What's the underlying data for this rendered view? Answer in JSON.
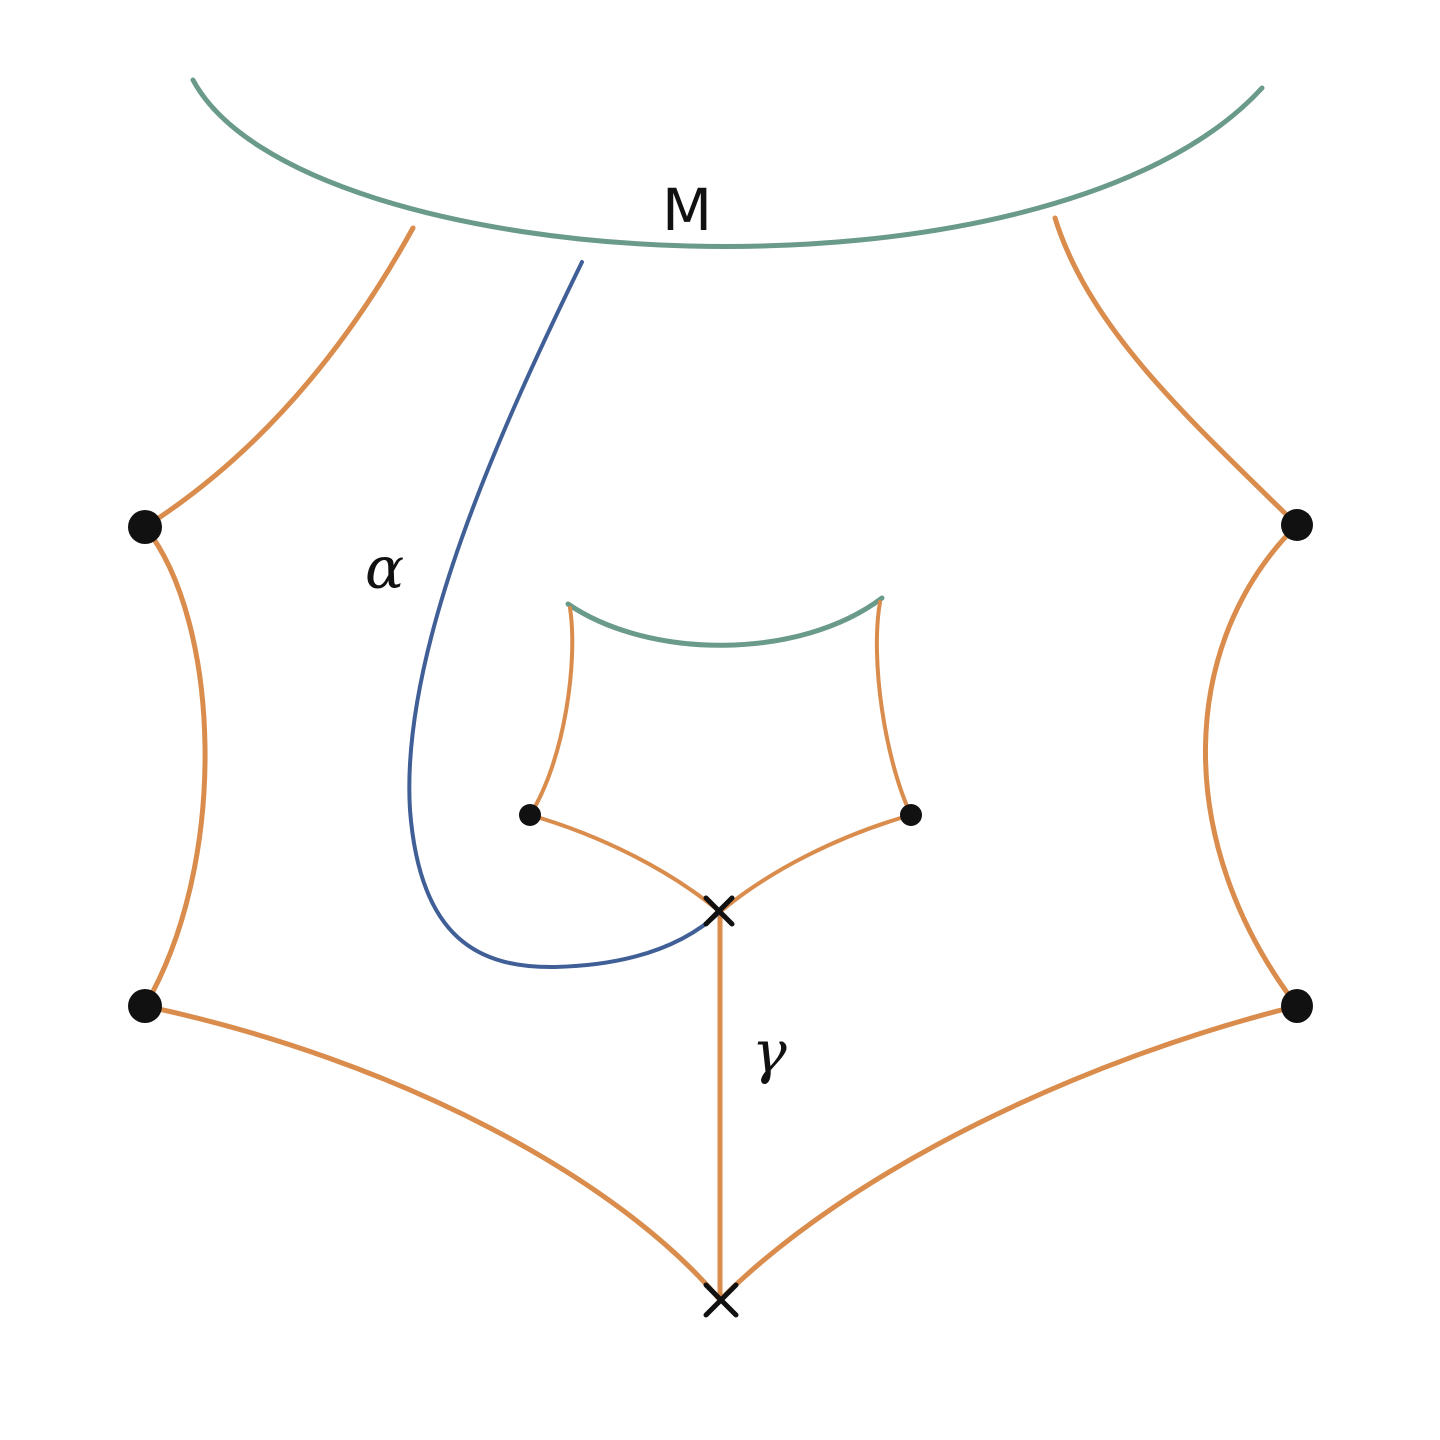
{
  "labels": {
    "boundary": "M",
    "arc": "α",
    "edge": "γ"
  },
  "colors": {
    "boundary": "#6a9a8a",
    "arc": "#3f5f96",
    "edge": "#d98c4c",
    "vertex": "#111111",
    "background": "#ffffff"
  },
  "markers": {
    "vertex": "filled-dot",
    "puncture": "cross"
  }
}
